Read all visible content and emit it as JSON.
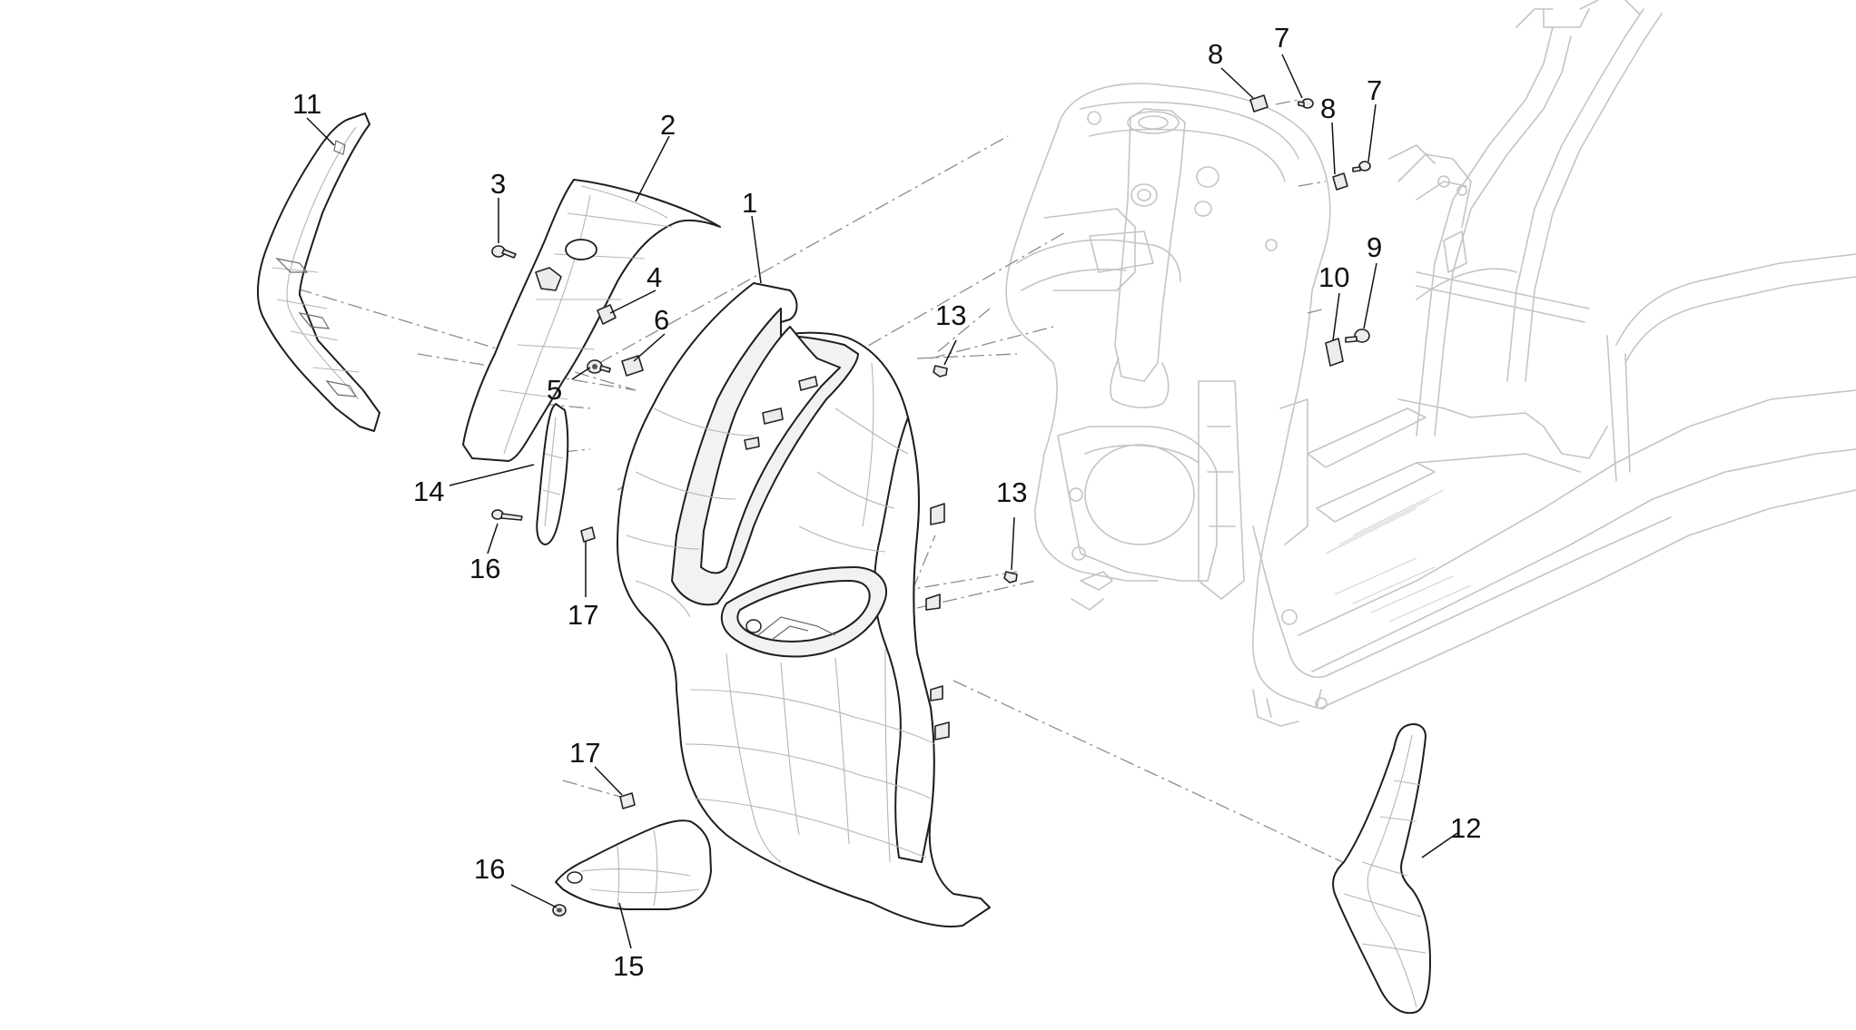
{
  "callouts": [
    {
      "id": "c1",
      "label": "1"
    },
    {
      "id": "c2",
      "label": "2"
    },
    {
      "id": "c3",
      "label": "3"
    },
    {
      "id": "c4",
      "label": "4"
    },
    {
      "id": "c5",
      "label": "5"
    },
    {
      "id": "c6",
      "label": "6"
    },
    {
      "id": "c7a",
      "label": "7"
    },
    {
      "id": "c7b",
      "label": "7"
    },
    {
      "id": "c8a",
      "label": "8"
    },
    {
      "id": "c8b",
      "label": "8"
    },
    {
      "id": "c9",
      "label": "9"
    },
    {
      "id": "c10",
      "label": "10"
    },
    {
      "id": "c11",
      "label": "11"
    },
    {
      "id": "c12",
      "label": "12"
    },
    {
      "id": "c13a",
      "label": "13"
    },
    {
      "id": "c13b",
      "label": "13"
    },
    {
      "id": "c14",
      "label": "14"
    },
    {
      "id": "c15",
      "label": "15"
    },
    {
      "id": "c16a",
      "label": "16"
    },
    {
      "id": "c16b",
      "label": "16"
    },
    {
      "id": "c17a",
      "label": "17"
    },
    {
      "id": "c17b",
      "label": "17"
    }
  ],
  "colors": {
    "line": "#1e1e1e",
    "ghost_frame": "#c4c4c4",
    "dash_axis": "#8c8c8c",
    "background": "#ffffff"
  }
}
